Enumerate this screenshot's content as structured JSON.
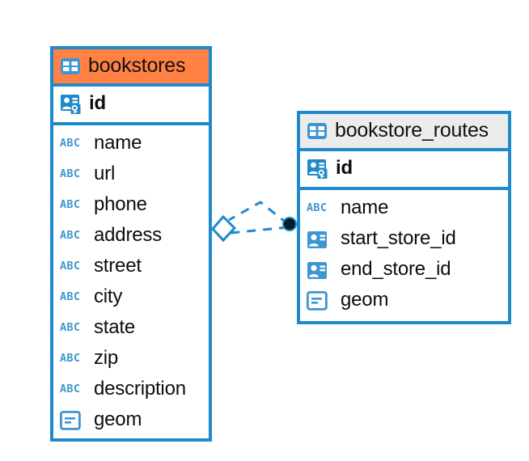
{
  "diagram": {
    "type": "entity-relationship-diagram",
    "background_color": "#ffffff",
    "accent_color": "#1f8acb",
    "tables": [
      {
        "name": "bookstores",
        "header_color": "#ff8143",
        "table_icon": "table-icon",
        "primary_key": {
          "label": "id",
          "icon": "primary-key-icon"
        },
        "fields": [
          {
            "label": "name",
            "icon": "abc-text-icon"
          },
          {
            "label": "url",
            "icon": "abc-text-icon"
          },
          {
            "label": "phone",
            "icon": "abc-text-icon"
          },
          {
            "label": "address",
            "icon": "abc-text-icon"
          },
          {
            "label": "street",
            "icon": "abc-text-icon"
          },
          {
            "label": "city",
            "icon": "abc-text-icon"
          },
          {
            "label": "state",
            "icon": "abc-text-icon"
          },
          {
            "label": "zip",
            "icon": "abc-text-icon"
          },
          {
            "label": "description",
            "icon": "abc-text-icon"
          },
          {
            "label": "geom",
            "icon": "geometry-icon"
          }
        ]
      },
      {
        "name": "bookstore_routes",
        "header_color": "#ececec",
        "table_icon": "table-icon",
        "primary_key": {
          "label": "id",
          "icon": "primary-key-icon"
        },
        "fields": [
          {
            "label": "name",
            "icon": "abc-text-icon"
          },
          {
            "label": "start_store_id",
            "icon": "foreign-key-icon"
          },
          {
            "label": "end_store_id",
            "icon": "foreign-key-icon"
          },
          {
            "label": "geom",
            "icon": "geometry-icon"
          }
        ]
      }
    ],
    "relationship": {
      "style": "dashed",
      "color": "#1f8acb",
      "source_marker": "diamond-marker",
      "target_marker": "filled-dot-marker"
    }
  }
}
